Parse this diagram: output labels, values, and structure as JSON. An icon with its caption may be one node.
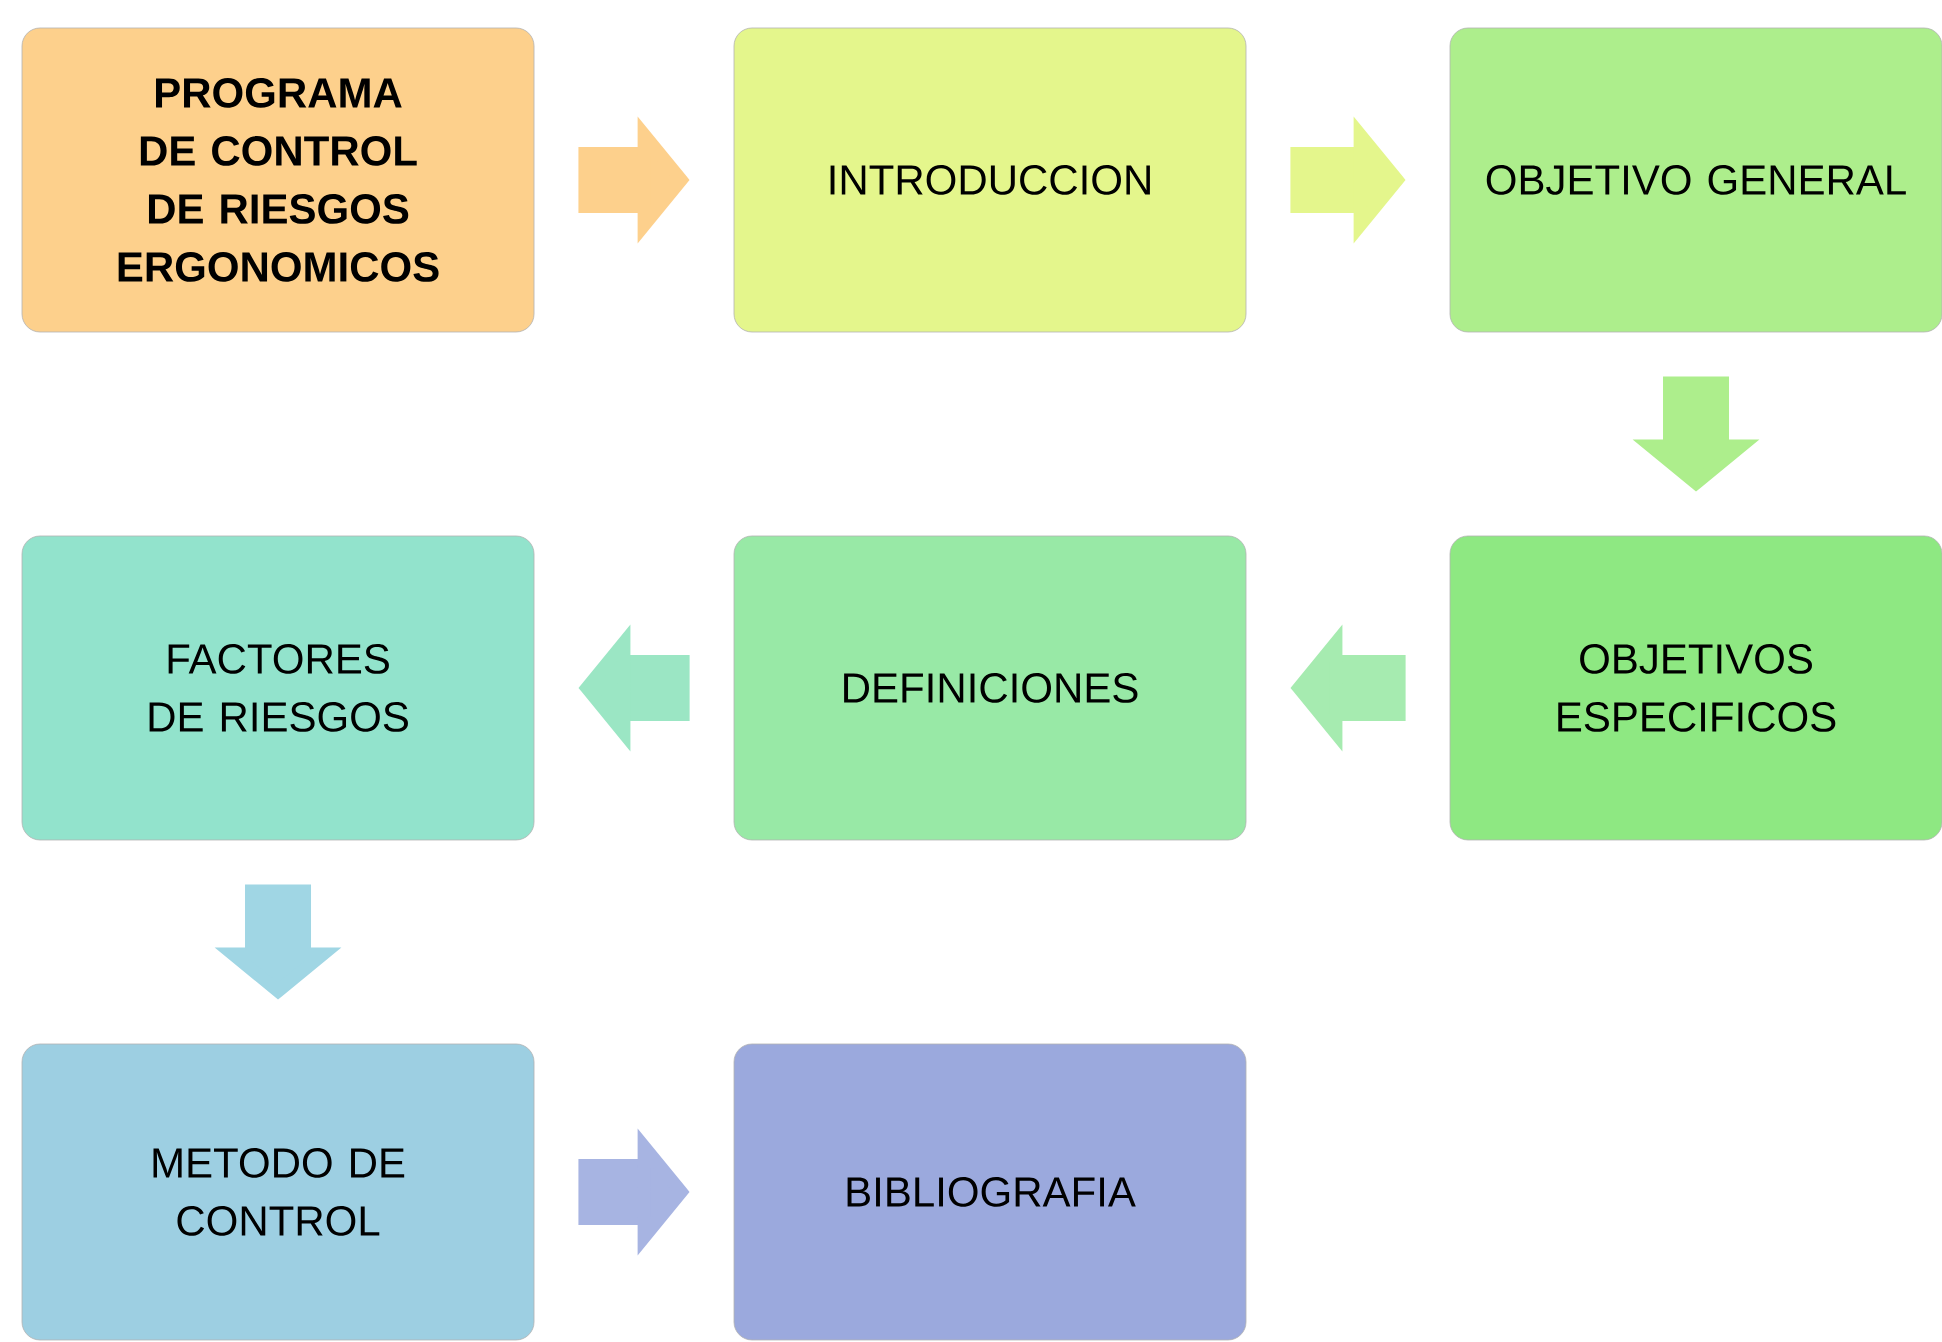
{
  "diagram": {
    "nodes": [
      {
        "text": [
          "PROGRAMA DE CONTROL DE RIESGOS ERGONOMICOS"
        ]
      },
      {
        "text": [
          "INTRODUCCION"
        ]
      },
      {
        "text": [
          "OBJETIVO GENERAL"
        ]
      },
      {
        "text": [
          "FACTORES DE RIESGOS"
        ]
      },
      {
        "text": [
          "DEFINICIONES"
        ]
      },
      {
        "text": [
          "OBJETIVOS ESPECIFICOS"
        ]
      },
      {
        "text": [
          "METODO DE CONTROL"
        ]
      },
      {
        "text": [
          "BIBLIOGRAFIA"
        ]
      }
    ],
    "edges": [
      {
        "from": 0,
        "to": 1,
        "arrow": "to",
        "color": "#fdd08c"
      },
      {
        "from": 1,
        "to": 2,
        "arrow": "to",
        "color": "#e4f68c"
      },
      {
        "from": 2,
        "to": 5,
        "arrow": "to",
        "color": "#adee8c"
      },
      {
        "from": 5,
        "to": 4,
        "arrow": "to",
        "color": "#a6ebb0"
      },
      {
        "from": 4,
        "to": 3,
        "arrow": "to",
        "color": "#9be6c4"
      },
      {
        "from": 3,
        "to": 6,
        "arrow": "to",
        "color": "#a0d6e4"
      },
      {
        "from": 6,
        "to": 7,
        "arrow": "to",
        "color": "#a7b4e2"
      }
    ]
  }
}
